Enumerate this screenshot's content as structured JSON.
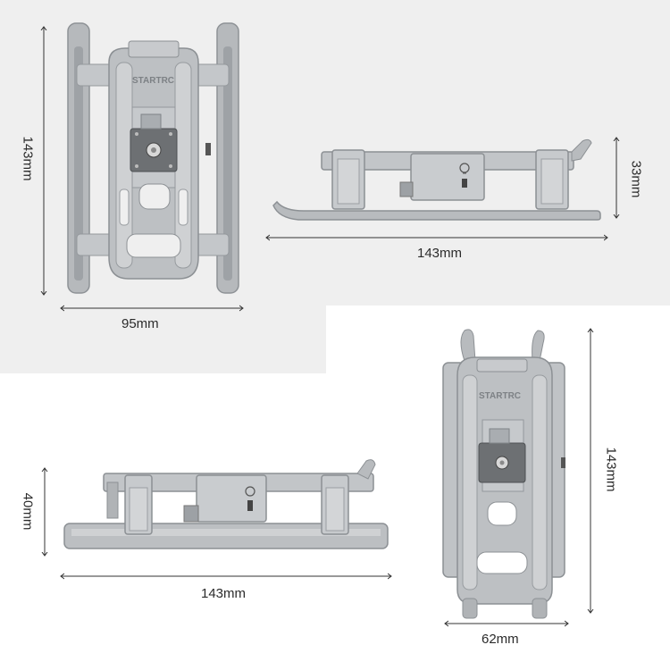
{
  "brand_mark": "STARTRC",
  "views": {
    "top_left": {
      "height_label": "143mm",
      "width_label": "95mm"
    },
    "top_right": {
      "height_label": "33mm",
      "length_label": "143mm"
    },
    "bottom_left": {
      "height_label": "40mm",
      "length_label": "143mm"
    },
    "bottom_right": {
      "height_label": "143mm",
      "width_label": "62mm"
    }
  },
  "colors": {
    "background": "#ffffff",
    "panel": "#efefef",
    "plastic": "#b9bcbf",
    "plastic_dark": "#8f9397",
    "plastic_light": "#d6d8da",
    "plate": "#6b6e71",
    "dimension_line": "#333333"
  }
}
